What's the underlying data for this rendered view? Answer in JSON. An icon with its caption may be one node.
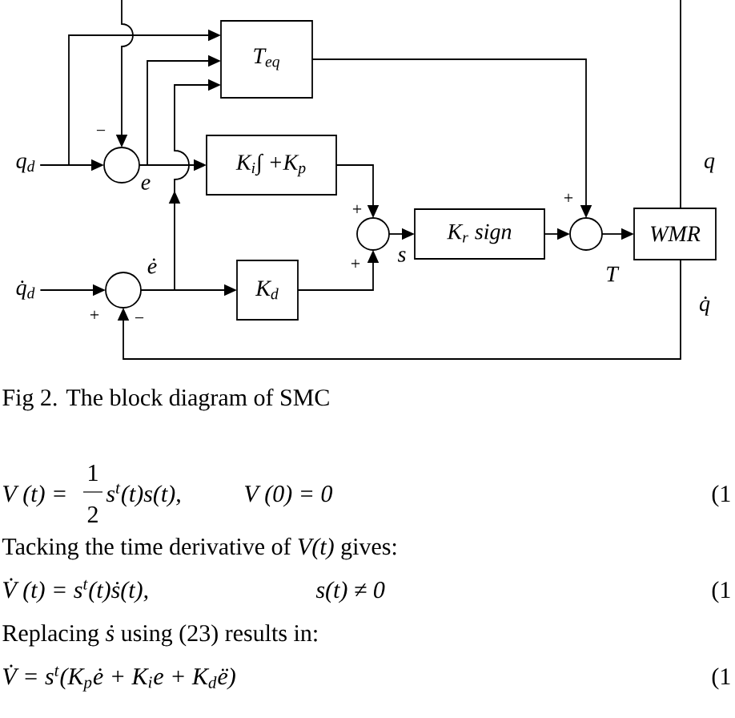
{
  "diagram": {
    "caption": "Fig 2. The block diagram of SMC",
    "nodes": [
      {
        "text": [
          "T$_{eq}$"
        ]
      },
      {
        "text": [
          "q$_{d}$"
        ]
      },
      {
        "text": [],
        "shape": "circle"
      },
      {
        "text": [
          "K$_{i}$∫ +K$_{p}$"
        ]
      },
      {
        "text": [],
        "shape": "circle"
      },
      {
        "text": [
          "K$_{r}$ sign"
        ]
      },
      {
        "text": [],
        "shape": "circle"
      },
      {
        "text": [
          "WMR"
        ]
      },
      {
        "text": [
          "q̇$_{d}$"
        ]
      },
      {
        "text": [],
        "shape": "circle"
      },
      {
        "text": [
          "K$_{d}$"
        ]
      }
    ],
    "edges": [
      {
        "from": 1,
        "to": 2,
        "arrow": "to"
      },
      {
        "from": 1,
        "to": 0,
        "arrow": "to"
      },
      {
        "from": null,
        "to": 2,
        "arrow": "to"
      },
      {
        "from": 2,
        "to": 3,
        "arrow": "to",
        "label": "e"
      },
      {
        "from": 2,
        "to": 0,
        "arrow": "to"
      },
      {
        "from": 8,
        "to": 9,
        "arrow": "to"
      },
      {
        "from": 9,
        "to": 10,
        "arrow": "to",
        "label": "ė"
      },
      {
        "from": 9,
        "to": 0,
        "arrow": "to"
      },
      {
        "from": 3,
        "to": 4,
        "arrow": "to"
      },
      {
        "from": 10,
        "to": 4,
        "arrow": "to"
      },
      {
        "from": 4,
        "to": 5,
        "arrow": "to",
        "label": "s"
      },
      {
        "from": 0,
        "to": 6,
        "arrow": "to"
      },
      {
        "from": 5,
        "to": 6,
        "arrow": "to"
      },
      {
        "from": 6,
        "to": 7,
        "arrow": "to",
        "label": "T"
      },
      {
        "from": 7,
        "to": null,
        "arrow": "none",
        "label": "q"
      },
      {
        "from": 7,
        "to": 9,
        "arrow": "to",
        "label": "q̇"
      }
    ],
    "labels": [
      "−",
      "+",
      "+",
      "+",
      "+",
      "−",
      "V (t) =",
      "1",
      "2",
      "s$^{t}$(t)s(t),",
      "V (0) = 0",
      "(1",
      "Tacking the time derivative of *V(t)* gives:",
      "V̇ (t) = s$^{t}$(t)ṡ(t),",
      "s(t) ≠ 0",
      "(1",
      "Replacing *ṡ* using (23) results in:",
      "V̇ = s$^{t}$(K$_{p}$ė + K$_{i}$e + K$_{d}$ë)",
      "(1"
    ]
  }
}
